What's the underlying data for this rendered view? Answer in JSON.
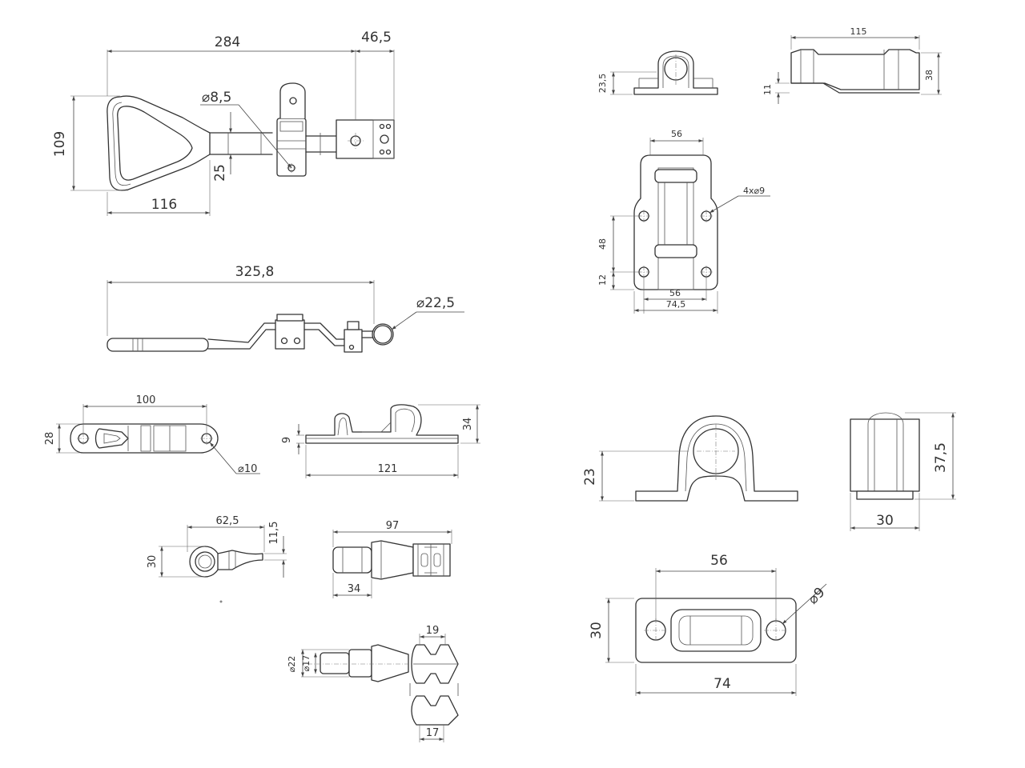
{
  "drawing": {
    "handle_latch_top": {
      "dim_length": "284",
      "dim_end_length": "46,5",
      "dim_pin_diameter": "⌀8,5",
      "dim_height": "109",
      "dim_bar_width": "25",
      "dim_handle_width": "116"
    },
    "handle_latch_side": {
      "dim_total_length": "325,8",
      "dim_ring_diameter": "⌀22,5"
    },
    "catch_plate": {
      "dim_length": "100",
      "dim_width": "28",
      "dim_hole_diameter": "⌀10",
      "dim_thickness": "9",
      "dim_height": "34",
      "dim_overall": "121"
    },
    "eye_bolt": {
      "dim_length": "62,5",
      "dim_height": "30",
      "dim_shank": "11,5"
    },
    "barrel_top": {
      "dim_length": "97",
      "dim_shank_length": "34"
    },
    "barrel_side": {
      "dim_outer_diameter": "⌀22",
      "dim_inner_diameter": "⌀17",
      "dim_top_width": "19",
      "dim_bottom_width": "17"
    },
    "bracket_small": {
      "dim_height": "23,5",
      "dim_length": "115",
      "dim_side_height": "38",
      "dim_flange": "11"
    },
    "bracket_plate": {
      "dim_top_width": "56",
      "dim_holes": "4x⌀9",
      "dim_spacing": "48",
      "dim_edge": "12",
      "dim_hole_spacing": "56",
      "dim_width": "74,5"
    },
    "saddle_clamp": {
      "dim_height": "23",
      "dim_total_height": "37,5",
      "dim_depth": "30",
      "dim_hole_spacing": "56",
      "dim_hole_diameter": "⌀9",
      "dim_width": "30",
      "dim_length": "74"
    }
  }
}
